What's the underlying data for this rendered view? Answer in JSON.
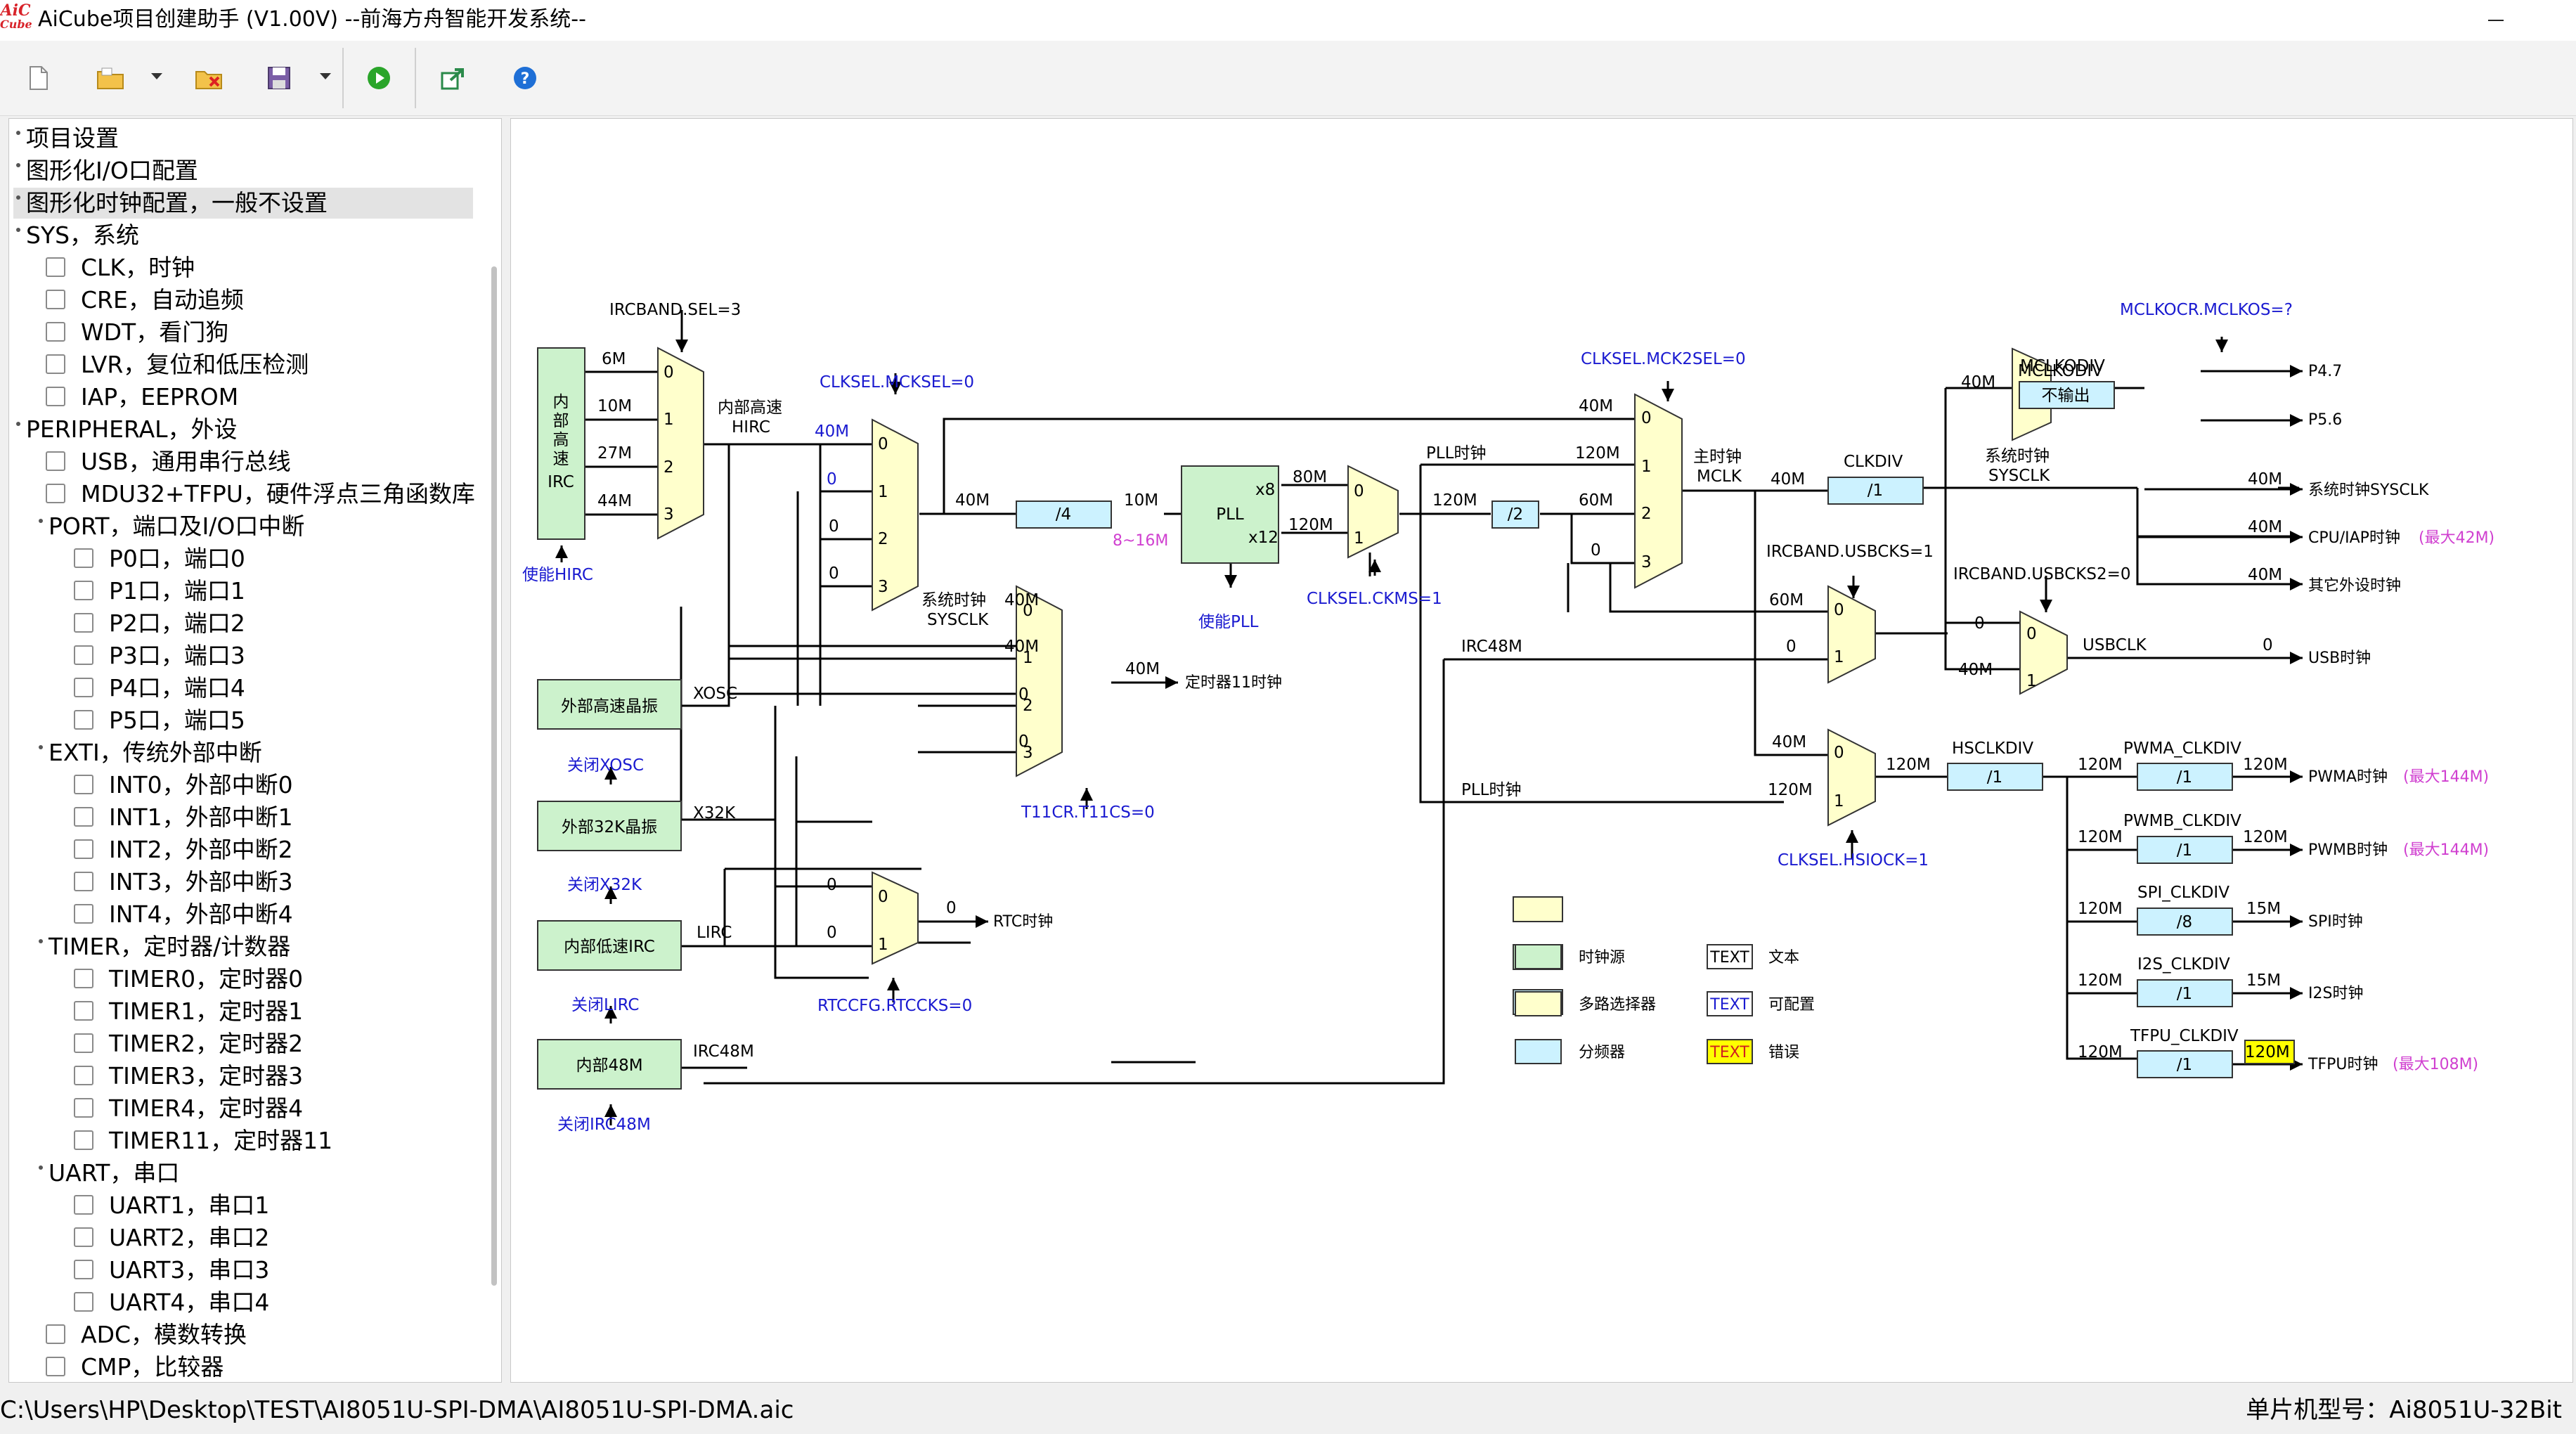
{
  "window": {
    "title": "AiCube项目创建助手 (V1.00V) --前海方舟智能开发系统--",
    "logo_line1": "AiC",
    "logo_line2": "Cube"
  },
  "toolbar": {
    "buttons": [
      "new-file-icon",
      "open-folder-icon",
      "dropdown-icon",
      "close-folder-icon",
      "save-icon",
      "dropdown-icon",
      "run-icon",
      "export-icon",
      "help-icon"
    ]
  },
  "tree": {
    "items": [
      {
        "label": "项目设置",
        "indent": 0,
        "checkbox": false,
        "selected": false
      },
      {
        "label": "图形化I/O口配置",
        "indent": 0,
        "checkbox": false,
        "selected": false
      },
      {
        "label": "图形化时钟配置，一般不设置",
        "indent": 0,
        "checkbox": false,
        "selected": true
      },
      {
        "label": "SYS，系统",
        "indent": 0,
        "checkbox": false,
        "selected": false
      },
      {
        "label": "CLK，时钟",
        "indent": 1,
        "checkbox": true,
        "selected": false
      },
      {
        "label": "CRE，自动追频",
        "indent": 1,
        "checkbox": true,
        "selected": false
      },
      {
        "label": "WDT，看门狗",
        "indent": 1,
        "checkbox": true,
        "selected": false
      },
      {
        "label": "LVR，复位和低压检测",
        "indent": 1,
        "checkbox": true,
        "selected": false
      },
      {
        "label": "IAP，EEPROM",
        "indent": 1,
        "checkbox": true,
        "selected": false
      },
      {
        "label": "PERIPHERAL，外设",
        "indent": 0,
        "checkbox": false,
        "selected": false
      },
      {
        "label": "USB，通用串行总线",
        "indent": 1,
        "checkbox": true,
        "selected": false
      },
      {
        "label": "MDU32+TFPU，硬件浮点三角函数库",
        "indent": 1,
        "checkbox": true,
        "selected": false
      },
      {
        "label": "PORT，端口及I/O口中断",
        "indent": 1,
        "checkbox": false,
        "selected": false
      },
      {
        "label": "P0口，端口0",
        "indent": 2,
        "checkbox": true,
        "selected": false
      },
      {
        "label": "P1口，端口1",
        "indent": 2,
        "checkbox": true,
        "selected": false
      },
      {
        "label": "P2口，端口2",
        "indent": 2,
        "checkbox": true,
        "selected": false
      },
      {
        "label": "P3口，端口3",
        "indent": 2,
        "checkbox": true,
        "selected": false
      },
      {
        "label": "P4口，端口4",
        "indent": 2,
        "checkbox": true,
        "selected": false
      },
      {
        "label": "P5口，端口5",
        "indent": 2,
        "checkbox": true,
        "selected": false
      },
      {
        "label": "EXTI，传统外部中断",
        "indent": 1,
        "checkbox": false,
        "selected": false
      },
      {
        "label": "INT0，外部中断0",
        "indent": 2,
        "checkbox": true,
        "selected": false
      },
      {
        "label": "INT1，外部中断1",
        "indent": 2,
        "checkbox": true,
        "selected": false
      },
      {
        "label": "INT2，外部中断2",
        "indent": 2,
        "checkbox": true,
        "selected": false
      },
      {
        "label": "INT3，外部中断3",
        "indent": 2,
        "checkbox": true,
        "selected": false
      },
      {
        "label": "INT4，外部中断4",
        "indent": 2,
        "checkbox": true,
        "selected": false
      },
      {
        "label": "TIMER，定时器/计数器",
        "indent": 1,
        "checkbox": false,
        "selected": false
      },
      {
        "label": "TIMER0，定时器0",
        "indent": 2,
        "checkbox": true,
        "selected": false
      },
      {
        "label": "TIMER1，定时器1",
        "indent": 2,
        "checkbox": true,
        "selected": false
      },
      {
        "label": "TIMER2，定时器2",
        "indent": 2,
        "checkbox": true,
        "selected": false
      },
      {
        "label": "TIMER3，定时器3",
        "indent": 2,
        "checkbox": true,
        "selected": false
      },
      {
        "label": "TIMER4，定时器4",
        "indent": 2,
        "checkbox": true,
        "selected": false
      },
      {
        "label": "TIMER11，定时器11",
        "indent": 2,
        "checkbox": true,
        "selected": false
      },
      {
        "label": "UART，串口",
        "indent": 1,
        "checkbox": false,
        "selected": false
      },
      {
        "label": "UART1，串口1",
        "indent": 2,
        "checkbox": true,
        "selected": false
      },
      {
        "label": "UART2，串口2",
        "indent": 2,
        "checkbox": true,
        "selected": false
      },
      {
        "label": "UART3，串口3",
        "indent": 2,
        "checkbox": true,
        "selected": false
      },
      {
        "label": "UART4，串口4",
        "indent": 2,
        "checkbox": true,
        "selected": false
      },
      {
        "label": "ADC，模数转换",
        "indent": 1,
        "checkbox": true,
        "selected": false
      },
      {
        "label": "CMP，比较器",
        "indent": 1,
        "checkbox": true,
        "selected": false
      }
    ]
  },
  "diagram": {
    "colors": {
      "source": "#ccf2cc",
      "mux": "#ffffcc",
      "divider": "#ccf2ff",
      "error": "#ffff00",
      "config_text": "#1a1ad0",
      "note_text": "#d040d0"
    },
    "sources": {
      "hirc": [
        "内",
        "部",
        "高",
        "速",
        "IRC"
      ],
      "xosc": "外部高速晶振",
      "x32k": "外部32K晶振",
      "lirc": "内部低速IRC",
      "irc48m": "内部48M",
      "pll": "PLL"
    },
    "buttons": {
      "enable_hirc": "使能HIRC",
      "disable_xosc": "关闭XOSC",
      "disable_x32k": "关闭X32K",
      "disable_lirc": "关闭LIRC",
      "disable_irc48m": "关闭IRC48M",
      "enable_pll": "使能PLL"
    },
    "config": {
      "ircband_sel": "IRCBAND.SEL=3",
      "clksel_mcksel": "CLKSEL.MCKSEL=0",
      "clksel_mck2sel": "CLKSEL.MCK2SEL=0",
      "clksel_ckms": "CLKSEL.CKMS=1",
      "ircband_usbcks": "IRCBAND.USBCKS=1",
      "ircband_usbcks2": "IRCBAND.USBCKS2=0",
      "mclkocr": "MCLKOCR.MCLKOS=?",
      "t11cr": "T11CR.T11CS=0",
      "rtccfg": "RTCCFG.RTCCKS=0",
      "clksel_hsiock": "CLKSEL.HSIOCK=1"
    },
    "dividers": {
      "pre_pll": "/4",
      "pll_out": "/2",
      "clkdiv": "/1",
      "mclkodiv": "不输出",
      "hsclkdiv": "/1",
      "pwma": "/1",
      "pwmb": "/1",
      "spi": "/8",
      "i2s": "/1",
      "tfpu": "/1"
    },
    "labels": {
      "hirc_freqs": [
        "6M",
        "10M",
        "27M",
        "44M"
      ],
      "mux_inputs_4": [
        "0",
        "1",
        "2",
        "3"
      ],
      "mux_inputs_2": [
        "0",
        "1"
      ],
      "internal_hirc": "内部高速",
      "hirc": "HIRC",
      "sysclk_cn": "系统时钟",
      "sysclk": "SYSCLK",
      "xosc": "XOSC",
      "x32k": "X32K",
      "lirc": "LIRC",
      "irc48m": "IRC48M",
      "pll_clk": "PLL时钟",
      "main_clk": "主时钟",
      "mclk": "MCLK",
      "clkdiv": "CLKDIV",
      "mclkodiv": "MCLKODIV",
      "hsclkdiv": "HSCLKDIV",
      "pwma_clkdiv": "PWMA_CLKDIV",
      "pwmb_clkdiv": "PWMB_CLKDIV",
      "spi_clkdiv": "SPI_CLKDIV",
      "i2s_clkdiv": "I2S_CLKDIV",
      "tfpu_clkdiv": "TFPU_CLKDIV",
      "usbclk": "USBCLK",
      "x8": "x8",
      "x12": "x12",
      "pll_range": "8~16M"
    },
    "values": {
      "m40": "40M",
      "m10": "10M",
      "m80": "80M",
      "m120": "120M",
      "m60": "60M",
      "m15": "15M",
      "zero": "0"
    },
    "outputs": {
      "p47": "P4.7",
      "p56": "P5.6",
      "sysclk": "系统时钟SYSCLK",
      "cpu": "CPU/IAP时钟",
      "cpu_max": "(最大42M)",
      "other": "其它外设时钟",
      "usb": "USB时钟",
      "pwma": "PWMA时钟",
      "pwma_max": "(最大144M)",
      "pwmb": "PWMB时钟",
      "pwmb_max": "(最大144M)",
      "spi": "SPI时钟",
      "i2s": "I2S时钟",
      "tfpu": "TFPU时钟",
      "tfpu_max": "(最大108M)",
      "timer11": "定时器11时钟",
      "rtc": "RTC时钟"
    },
    "legend": {
      "source": "时钟源",
      "mux": "多路选择器",
      "divider": "分频器",
      "text_sample": "TEXT",
      "text": "文本",
      "configurable": "可配置",
      "error": "错误"
    }
  },
  "status": {
    "path": "C:\\Users\\HP\\Desktop\\TEST\\AI8051U-SPI-DMA\\AI8051U-SPI-DMA.aic",
    "chip": "单片机型号：Ai8051U-32Bit"
  }
}
